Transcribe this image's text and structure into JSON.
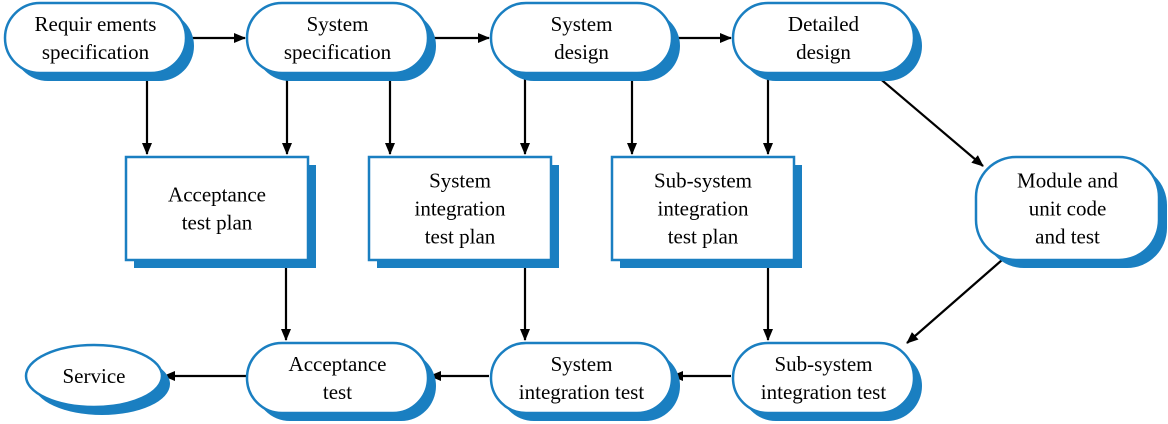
{
  "colors": {
    "stroke": "#1a7fc1",
    "shadow": "#1a7fc1",
    "fill": "#ffffff",
    "arrow": "#000000",
    "text": "#000000"
  },
  "nodes": {
    "requirements_specification": {
      "lines": [
        "Requir ements",
        "specification"
      ]
    },
    "system_specification": {
      "lines": [
        "System",
        "specification"
      ]
    },
    "system_design": {
      "lines": [
        "System",
        "design"
      ]
    },
    "detailed_design": {
      "lines": [
        "Detailed",
        "design"
      ]
    },
    "acceptance_test_plan": {
      "lines": [
        "Acceptance",
        "test plan"
      ]
    },
    "system_integration_test_plan": {
      "lines": [
        "System",
        "integration",
        "test plan"
      ]
    },
    "subsystem_integration_test_plan": {
      "lines": [
        "Sub-system",
        "integration",
        "test plan"
      ]
    },
    "module_unit_code_test": {
      "lines": [
        "Module and",
        "unit code",
        "and test"
      ]
    },
    "service": {
      "lines": [
        "Service"
      ]
    },
    "acceptance_test": {
      "lines": [
        "Acceptance",
        "test"
      ]
    },
    "system_integration_test": {
      "lines": [
        "System",
        "integration test"
      ]
    },
    "subsystem_integration_test": {
      "lines": [
        "Sub-system",
        "integration test"
      ]
    }
  }
}
